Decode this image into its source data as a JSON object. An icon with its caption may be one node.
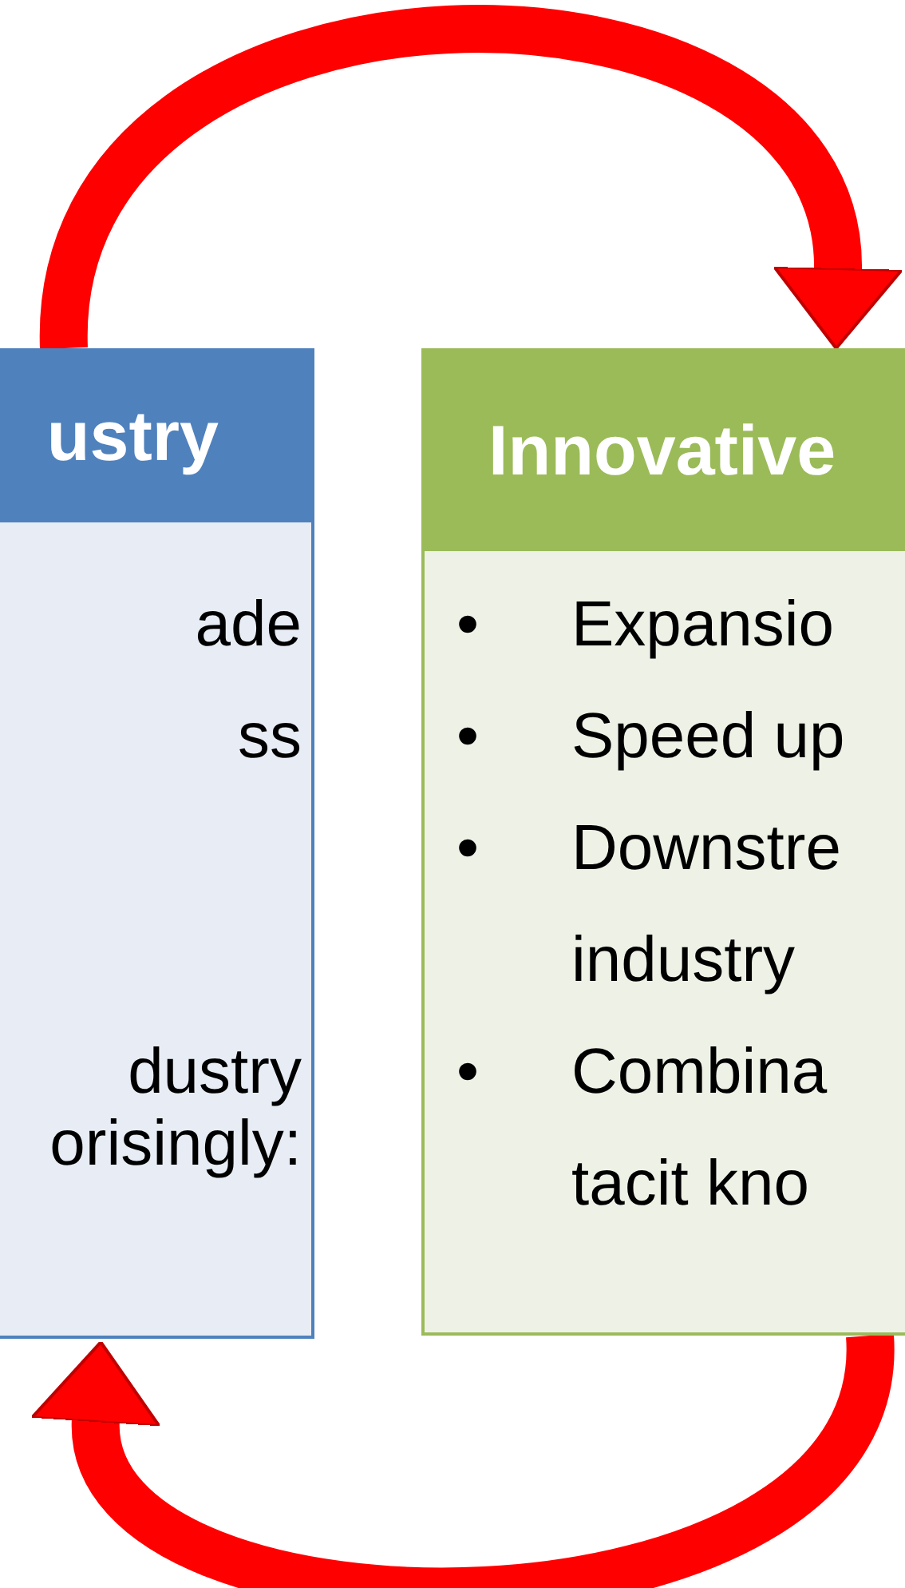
{
  "diagram": {
    "nodes": [
      {
        "text": [
          "ustry",
          "ade",
          "ss",
          "dustry",
          "orisingly:"
        ]
      },
      {
        "text": [
          "Innovative",
          "Expansio",
          "Speed up",
          "Downstre industry",
          "Combina tacit kno"
        ]
      }
    ],
    "edges": [
      {
        "from": 0,
        "to": 1,
        "arrow": "to"
      },
      {
        "from": 1,
        "to": 0,
        "arrow": "to"
      }
    ],
    "labels": [
      "•",
      "•",
      "•",
      "•"
    ]
  }
}
